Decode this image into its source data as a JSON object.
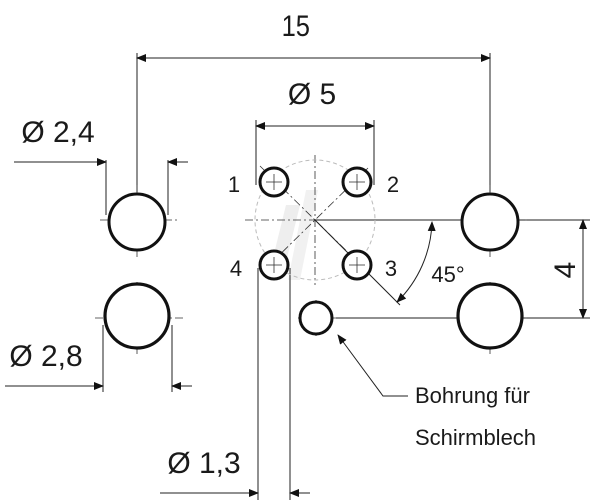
{
  "dimensions": {
    "overall_width": "15",
    "pin_circle_diameter": "Ø 5",
    "small_hole_diameter": "Ø 2,4",
    "large_hole_diameter": "Ø 2,8",
    "pin_hole_diameter": "Ø 1,3",
    "vertical_spacing": "4",
    "angle": "45°"
  },
  "pins": [
    "1",
    "2",
    "3",
    "4"
  ],
  "callout": {
    "line1": "Bohrung für",
    "line2": "Schirmblech"
  },
  "colors": {
    "line": "#111111",
    "watermark": "#d0d0d0"
  }
}
